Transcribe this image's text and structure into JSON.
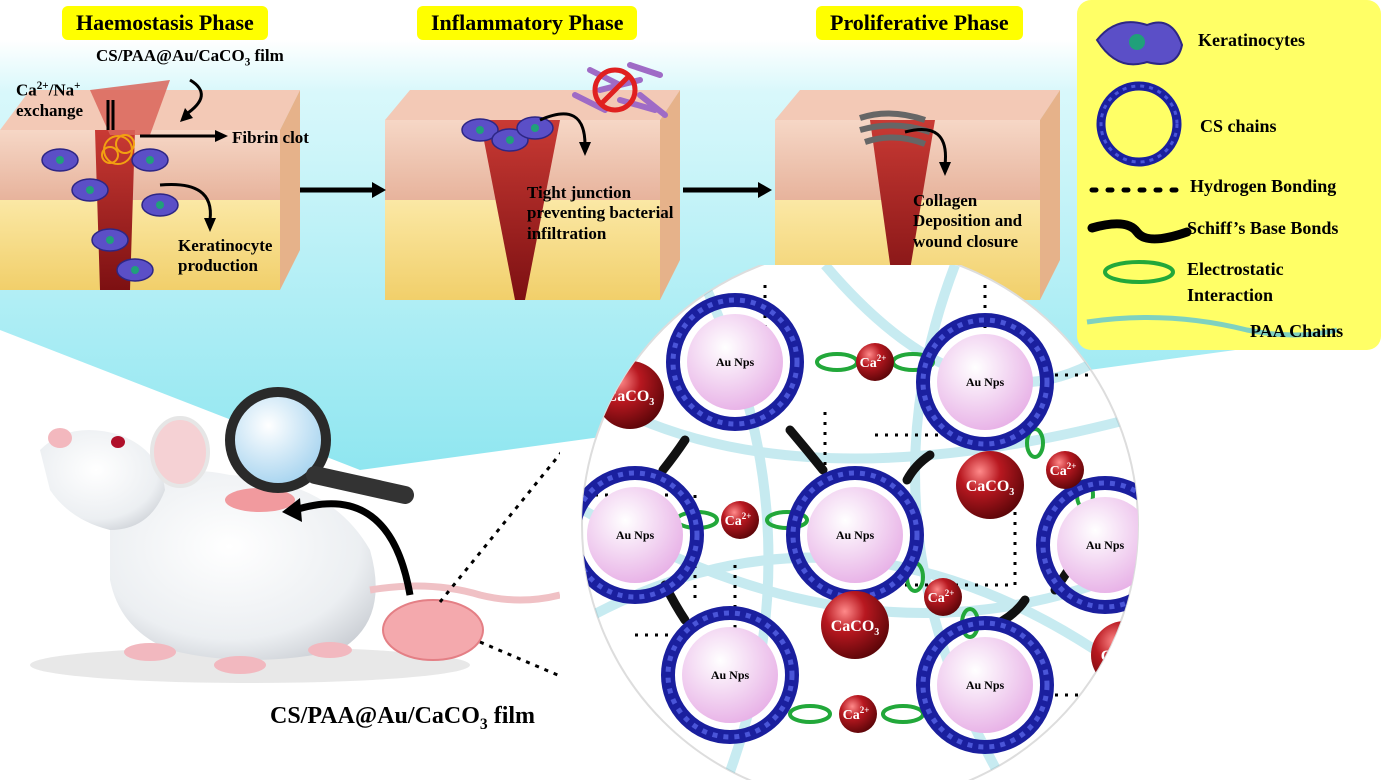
{
  "phases": [
    {
      "title": "Haemostasis Phase"
    },
    {
      "title": "Inflammatory Phase"
    },
    {
      "title": "Proliferative Phase"
    }
  ],
  "haemostasis": {
    "film_label": "CS/PAA@Au/CaCO3 film",
    "film_label_base": "CS/PAA@Au/CaCO",
    "film_label_sub": "3",
    "film_label_tail": " film",
    "exchange_ca": "Ca",
    "exchange_ca_sup": "2+",
    "exchange_na": "/Na",
    "exchange_na_sup": "+",
    "exchange_word": "exchange",
    "fibrin": "Fibrin clot",
    "kera_1": "Keratinocyte",
    "kera_2": "production"
  },
  "inflammatory": {
    "line1": "Tight junction",
    "line2": "preventing bacterial",
    "line3": "infiltration"
  },
  "proliferative": {
    "line1": "Collagen",
    "line2": "Deposition and",
    "line3": "wound closure"
  },
  "legend": {
    "keratinocytes": "Keratinocytes",
    "cs_chains": "CS chains",
    "hydrogen": "Hydrogen Bonding",
    "schiff": "Schiff’s Base Bonds",
    "electro_1": "Electrostatic",
    "electro_2": "Interaction",
    "paa": "PAA Chains"
  },
  "network": {
    "au": "Au Nps",
    "caco3": "CaCO",
    "caco3_sub": "3",
    "ca": "Ca",
    "ca_sup": "2+"
  },
  "bottom_film": {
    "base": "CS/PAA@Au/CaCO",
    "sub": "3",
    "tail": " film"
  },
  "colors": {
    "highlight": "#ffff00",
    "cyan_band": "#bff3f8",
    "cs_ring": "#1a1f9e",
    "au_core": "#f1c8ef",
    "caco3": "#a3141b",
    "paa": "#5fc6d6",
    "electrostatic": "#22a83a"
  }
}
